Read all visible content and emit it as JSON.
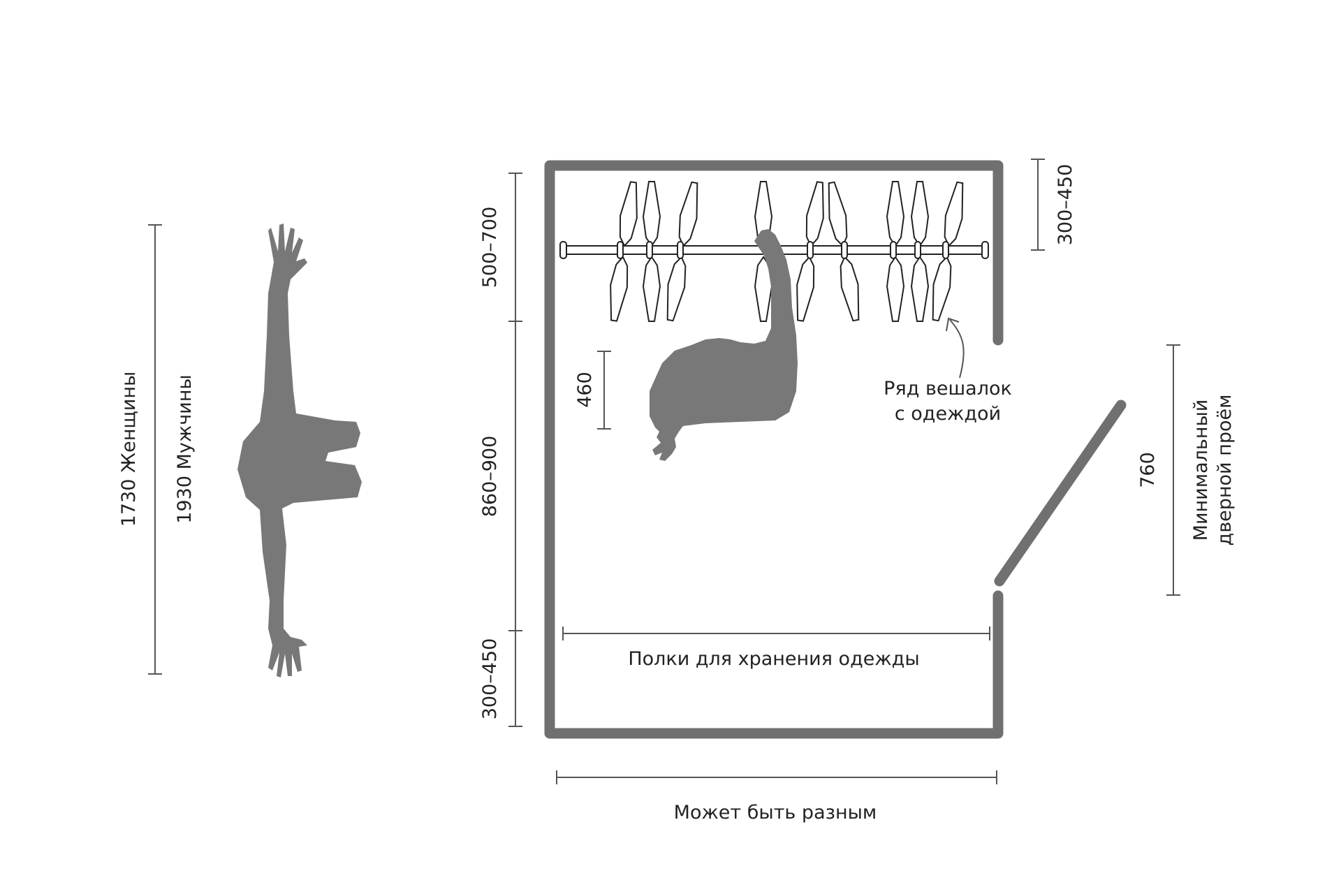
{
  "labels": {
    "women_height": "1730 Женщины",
    "men_height": "1930 Мужчины",
    "top_zone_depth": "500–700",
    "middle_zone_depth": "860–900",
    "bottom_zone_depth": "300–450",
    "hanger_clearance": "300–450",
    "person_width": "460",
    "hanger_row": [
      "Ряд вешалок",
      "с одеждой"
    ],
    "shelves": "Полки для хранения одежды",
    "width_variable": "Может быть разным",
    "door_width": "760",
    "door_opening": [
      "Минимальный",
      "дверной проём"
    ]
  },
  "colors": {
    "wall": "#707070",
    "silhouette": "#787878",
    "dimension_line": "#555555",
    "text": "#222222"
  }
}
